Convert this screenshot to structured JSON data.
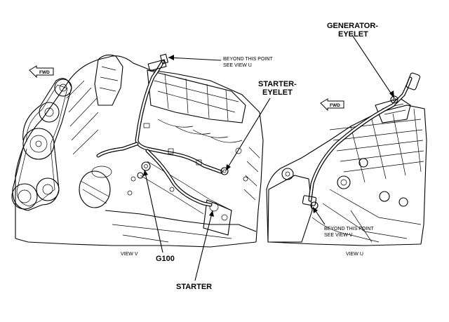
{
  "labels": {
    "beyond_u_line1": "BEYOND THIS POINT",
    "beyond_u_line2": "SEE VIEW U",
    "starter_eyelet_line1": "STARTER-",
    "starter_eyelet_line2": "EYELET",
    "generator_eyelet_line1": "GENERATOR-",
    "generator_eyelet_line2": "EYELET",
    "beyond_v_line1": "BEYOND THIS POINT",
    "beyond_v_line2": "SEE VIEW V",
    "view_v": "VIEW V",
    "view_u": "VIEW U",
    "g100": "G100",
    "starter": "STARTER",
    "fwd_left": "FWD",
    "fwd_right": "FWD"
  }
}
